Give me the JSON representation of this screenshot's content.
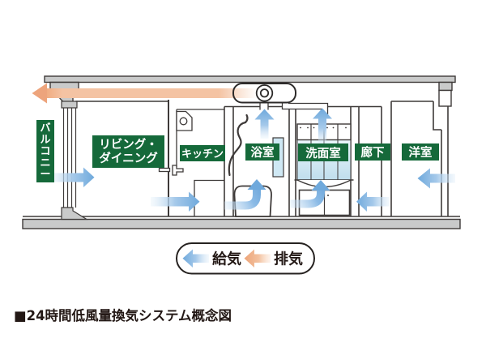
{
  "caption": "■24時間低風量換気システム概念図",
  "legend": {
    "supply": "給気",
    "exhaust": "排気"
  },
  "rooms": {
    "balcony": "バルコニー",
    "living_dining_line1": "リビング・",
    "living_dining_line2": "ダイニング",
    "kitchen": "キッチン",
    "bathroom": "浴室",
    "washroom": "洗面室",
    "hallway": "廊下",
    "western_room": "洋室"
  },
  "colors": {
    "room_label_bg": "#15693a",
    "room_label_text": "#ffffff",
    "supply_air_blue": "#6fa9dc",
    "exhaust_air_orange": "#eda47c",
    "structure_gray": "#c9caca",
    "line_dark": "#3e3a39",
    "text_dark": "#231815",
    "mirror_blue": "#cfe8f4"
  },
  "airflows": {
    "supply_arrows": [
      "outside→balcony→living_dining",
      "living_dining→kitchen",
      "kitchen→bathroom(up to fan)",
      "bathroom→exhaust-fan",
      "hallway→washroom",
      "washroom→exhaust-fan",
      "outside→western_room"
    ],
    "exhaust_arrows": [
      "exhaust-fan→outside(balcony side)"
    ]
  }
}
